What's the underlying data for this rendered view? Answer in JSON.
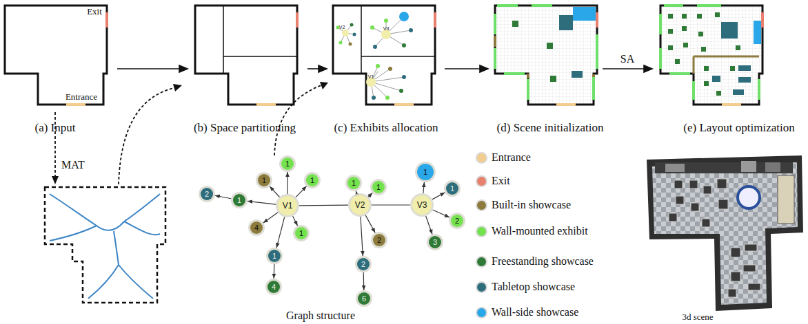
{
  "diagram": {
    "nodes": [
      {
        "text": [
          "V1"
        ]
      },
      {
        "text": [
          "V2"
        ]
      },
      {
        "text": [
          "V3"
        ]
      },
      {
        "text": [
          "1"
        ]
      },
      {
        "text": [
          "1"
        ]
      },
      {
        "text": [
          "1"
        ]
      },
      {
        "text": [
          "1"
        ]
      },
      {
        "text": [
          "2"
        ]
      },
      {
        "text": [
          "4"
        ]
      },
      {
        "text": [
          "1"
        ]
      },
      {
        "text": [
          "1"
        ]
      },
      {
        "text": [
          "4"
        ]
      },
      {
        "text": [
          "1"
        ]
      },
      {
        "text": [
          "1"
        ]
      },
      {
        "text": [
          "2"
        ]
      },
      {
        "text": [
          "2"
        ]
      },
      {
        "text": [
          "6"
        ]
      },
      {
        "text": [
          "1"
        ]
      },
      {
        "text": [
          "1"
        ]
      },
      {
        "text": [
          "2"
        ]
      },
      {
        "text": [
          "3"
        ]
      }
    ],
    "edges": [
      {
        "from": 0,
        "to": 1,
        "arrow": "none"
      },
      {
        "from": 1,
        "to": 2,
        "arrow": "none"
      },
      {
        "from": 0,
        "to": 3,
        "arrow": "to"
      },
      {
        "from": 0,
        "to": 4,
        "arrow": "to"
      },
      {
        "from": 0,
        "to": 5,
        "arrow": "to"
      },
      {
        "from": 0,
        "to": 6,
        "arrow": "to"
      },
      {
        "from": 6,
        "to": 7,
        "arrow": "to"
      },
      {
        "from": 0,
        "to": 8,
        "arrow": "to"
      },
      {
        "from": 0,
        "to": 9,
        "arrow": "to"
      },
      {
        "from": 0,
        "to": 10,
        "arrow": "to"
      },
      {
        "from": 10,
        "to": 11,
        "arrow": "to"
      },
      {
        "from": 1,
        "to": 12,
        "arrow": "to"
      },
      {
        "from": 1,
        "to": 13,
        "arrow": "to"
      },
      {
        "from": 1,
        "to": 14,
        "arrow": "to"
      },
      {
        "from": 1,
        "to": 15,
        "arrow": "to"
      },
      {
        "from": 15,
        "to": 16,
        "arrow": "to"
      },
      {
        "from": 2,
        "to": 17,
        "arrow": "to"
      },
      {
        "from": 2,
        "to": 18,
        "arrow": "to"
      },
      {
        "from": 2,
        "to": 19,
        "arrow": "to"
      },
      {
        "from": 2,
        "to": 20,
        "arrow": "to"
      }
    ],
    "labels": [
      "Exit",
      "Entrance",
      "(a) Input",
      "MAT",
      "(b) Space partitioning",
      "(c) Exhibits allocation",
      "(d) Scene initialization",
      "(e) Layout optimization",
      "SA",
      "Graph structure",
      "3d scene",
      "V2",
      "V3",
      "V1"
    ],
    "legend": [
      {
        "text": "Entrance",
        "color": "#f3cd8f"
      },
      {
        "text": "Exit",
        "color": "#e8806e"
      },
      {
        "text": "Built-in showcase",
        "color": "#8c7b3c"
      },
      {
        "text": "Wall-mounted exhibit",
        "color": "#74e24e"
      },
      {
        "text": "Freestanding showcase",
        "color": "#2f7a36"
      },
      {
        "text": "Tabletop showcase",
        "color": "#2e6d7c"
      },
      {
        "text": "Wall-side showcase",
        "color": "#2aa7e8"
      }
    ]
  }
}
